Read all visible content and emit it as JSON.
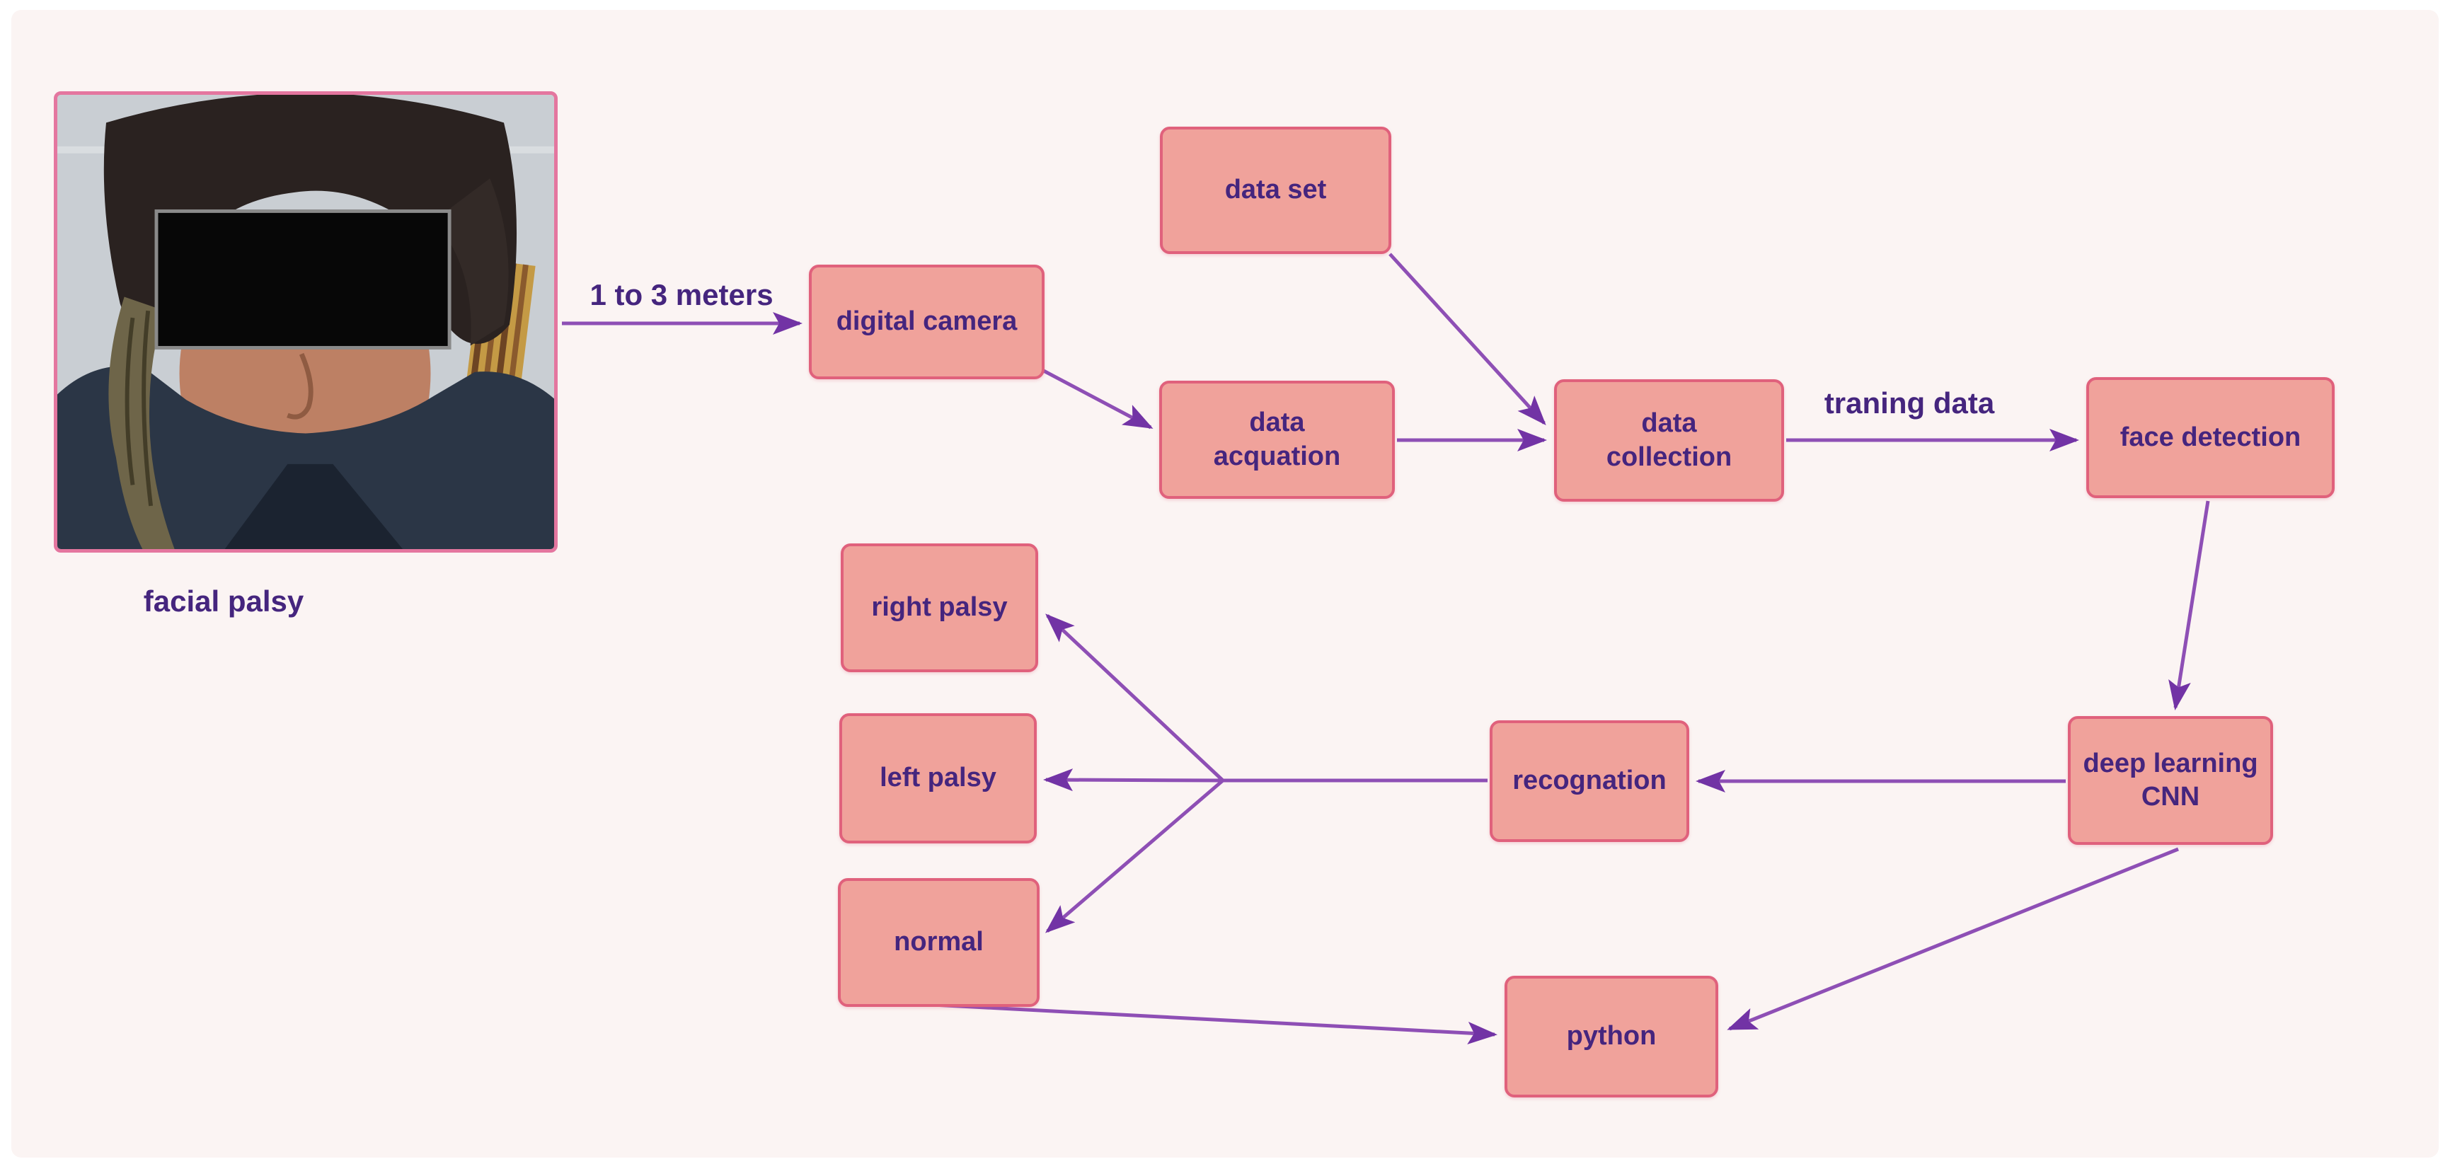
{
  "figure": {
    "caption": "facial palsy",
    "edge_labels": {
      "distance": "1 to 3 meters",
      "training": "traning data"
    },
    "nodes": {
      "data_set": "data set",
      "digital_camera": "digital camera",
      "data_acquation": "data\nacquation",
      "data_collection": "data\ncollection",
      "face_detection": "face detection",
      "deep_learning_cnn": "deep learning\nCNN",
      "recognation": "recognation",
      "right_palsy": "right palsy",
      "left_palsy": "left palsy",
      "normal": "normal",
      "python": "python"
    },
    "colors": {
      "canvas_bg": "#fbf4f3",
      "node_fill": "#f0a29b",
      "node_border": "#e0617c",
      "node_text": "#45257e",
      "arrow_line": "#8e4fb5",
      "arrow_head": "#7233a5",
      "photo_border": "#e4769f",
      "censor_bar": "#070707"
    }
  }
}
